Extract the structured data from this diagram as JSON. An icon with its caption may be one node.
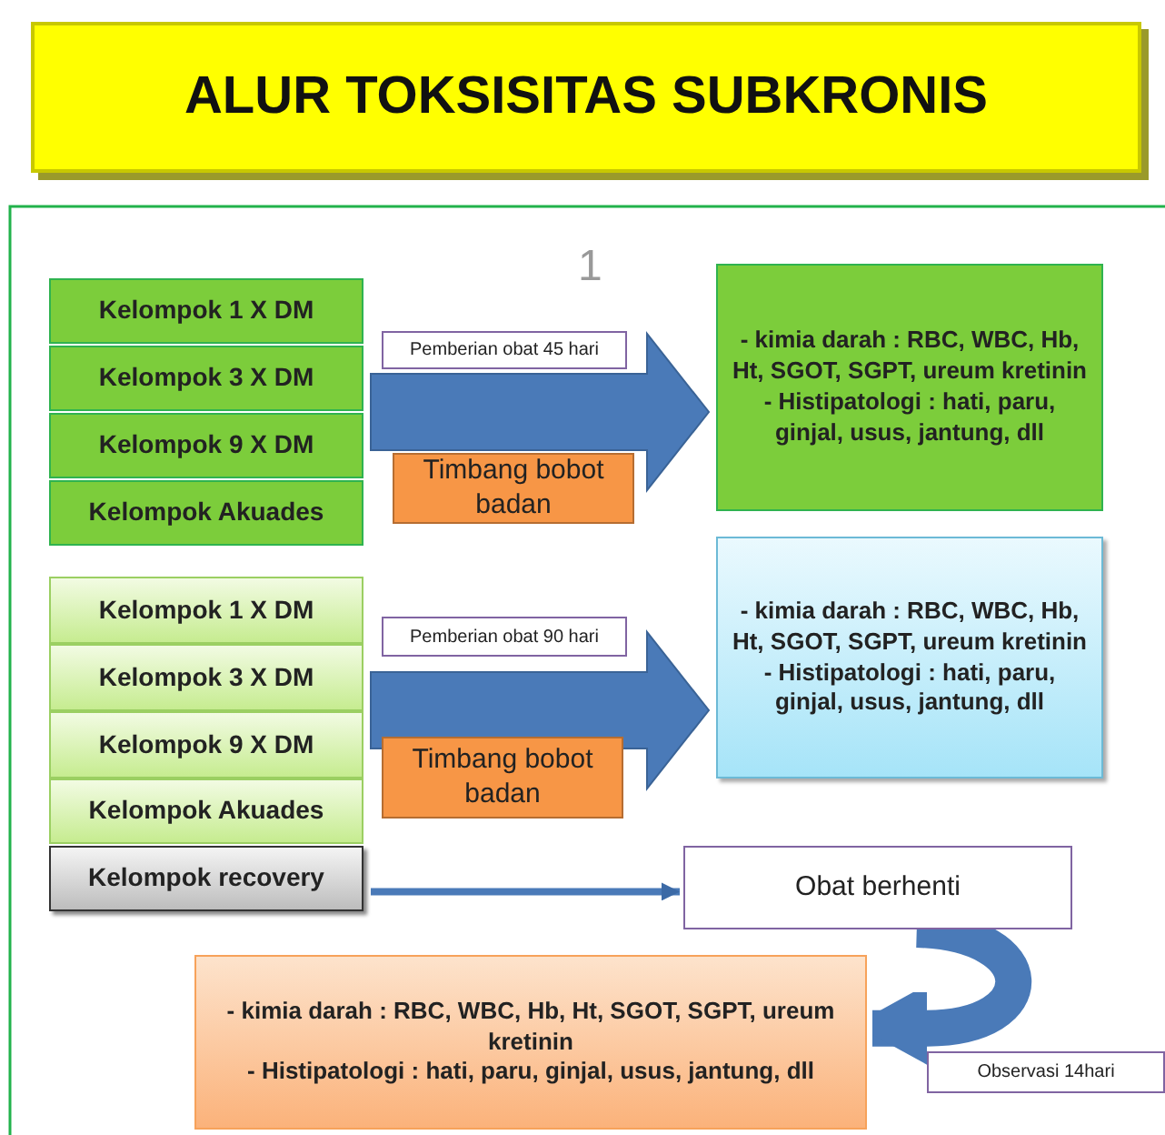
{
  "diagram": {
    "title": "ALUR TOKSISITAS SUBKRONIS",
    "nodes": [
      {
        "text": [
          "Kelompok 1 X DM"
        ]
      },
      {
        "text": [
          "Kelompok 3 X DM"
        ]
      },
      {
        "text": [
          "Kelompok 9 X DM"
        ]
      },
      {
        "text": [
          "Kelompok Akuades"
        ]
      },
      {
        "text": [
          "Pemberian obat 45 hari"
        ]
      },
      {
        "text": [
          "Timbang bobot badan"
        ]
      },
      {
        "text": [
          "- kimia darah : RBC, WBC, Hb, Ht, SGOT, SGPT, ureum kretinin",
          "- Histipatologi : hati, paru, ginjal, usus, jantung, dll"
        ]
      },
      {
        "text": [
          "Kelompok 1 X DM"
        ]
      },
      {
        "text": [
          "Kelompok 3 X DM"
        ]
      },
      {
        "text": [
          "Kelompok 9 X DM"
        ]
      },
      {
        "text": [
          "Kelompok Akuades"
        ]
      },
      {
        "text": [
          "Kelompok recovery"
        ]
      },
      {
        "text": [
          "Pemberian obat 90 hari"
        ]
      },
      {
        "text": [
          "Timbang bobot badan"
        ]
      },
      {
        "text": [
          "- kimia darah : RBC, WBC, Hb, Ht, SGOT, SGPT, ureum kretinin",
          "- Histipatologi : hati, paru, ginjal, usus, jantung, dll"
        ]
      },
      {
        "text": [
          "Obat berhenti"
        ]
      },
      {
        "text": [
          "- kimia darah : RBC, WBC, Hb, Ht, SGOT, SGPT, ureum kretinin",
          "- Histipatologi : hati, paru, ginjal, usus, jantung, dll"
        ]
      },
      {
        "text": [
          "Observasi 14hari"
        ]
      }
    ],
    "edges": [
      {
        "from": 0,
        "to": 6,
        "arrow": "to",
        "style": "thick"
      },
      {
        "from": 1,
        "to": 6,
        "arrow": "to",
        "style": "thick"
      },
      {
        "from": 2,
        "to": 6,
        "arrow": "to",
        "style": "thick"
      },
      {
        "from": 3,
        "to": 6,
        "arrow": "to",
        "style": "thick"
      },
      {
        "from": 7,
        "to": 14,
        "arrow": "to",
        "style": "thick"
      },
      {
        "from": 8,
        "to": 14,
        "arrow": "to",
        "style": "thick"
      },
      {
        "from": 9,
        "to": 14,
        "arrow": "to",
        "style": "thick"
      },
      {
        "from": 10,
        "to": 14,
        "arrow": "to",
        "style": "thick"
      },
      {
        "from": 11,
        "to": 15,
        "arrow": "to"
      },
      {
        "from": 15,
        "to": 16,
        "arrow": "to",
        "style": "thick"
      }
    ],
    "labels": [
      "1"
    ]
  }
}
